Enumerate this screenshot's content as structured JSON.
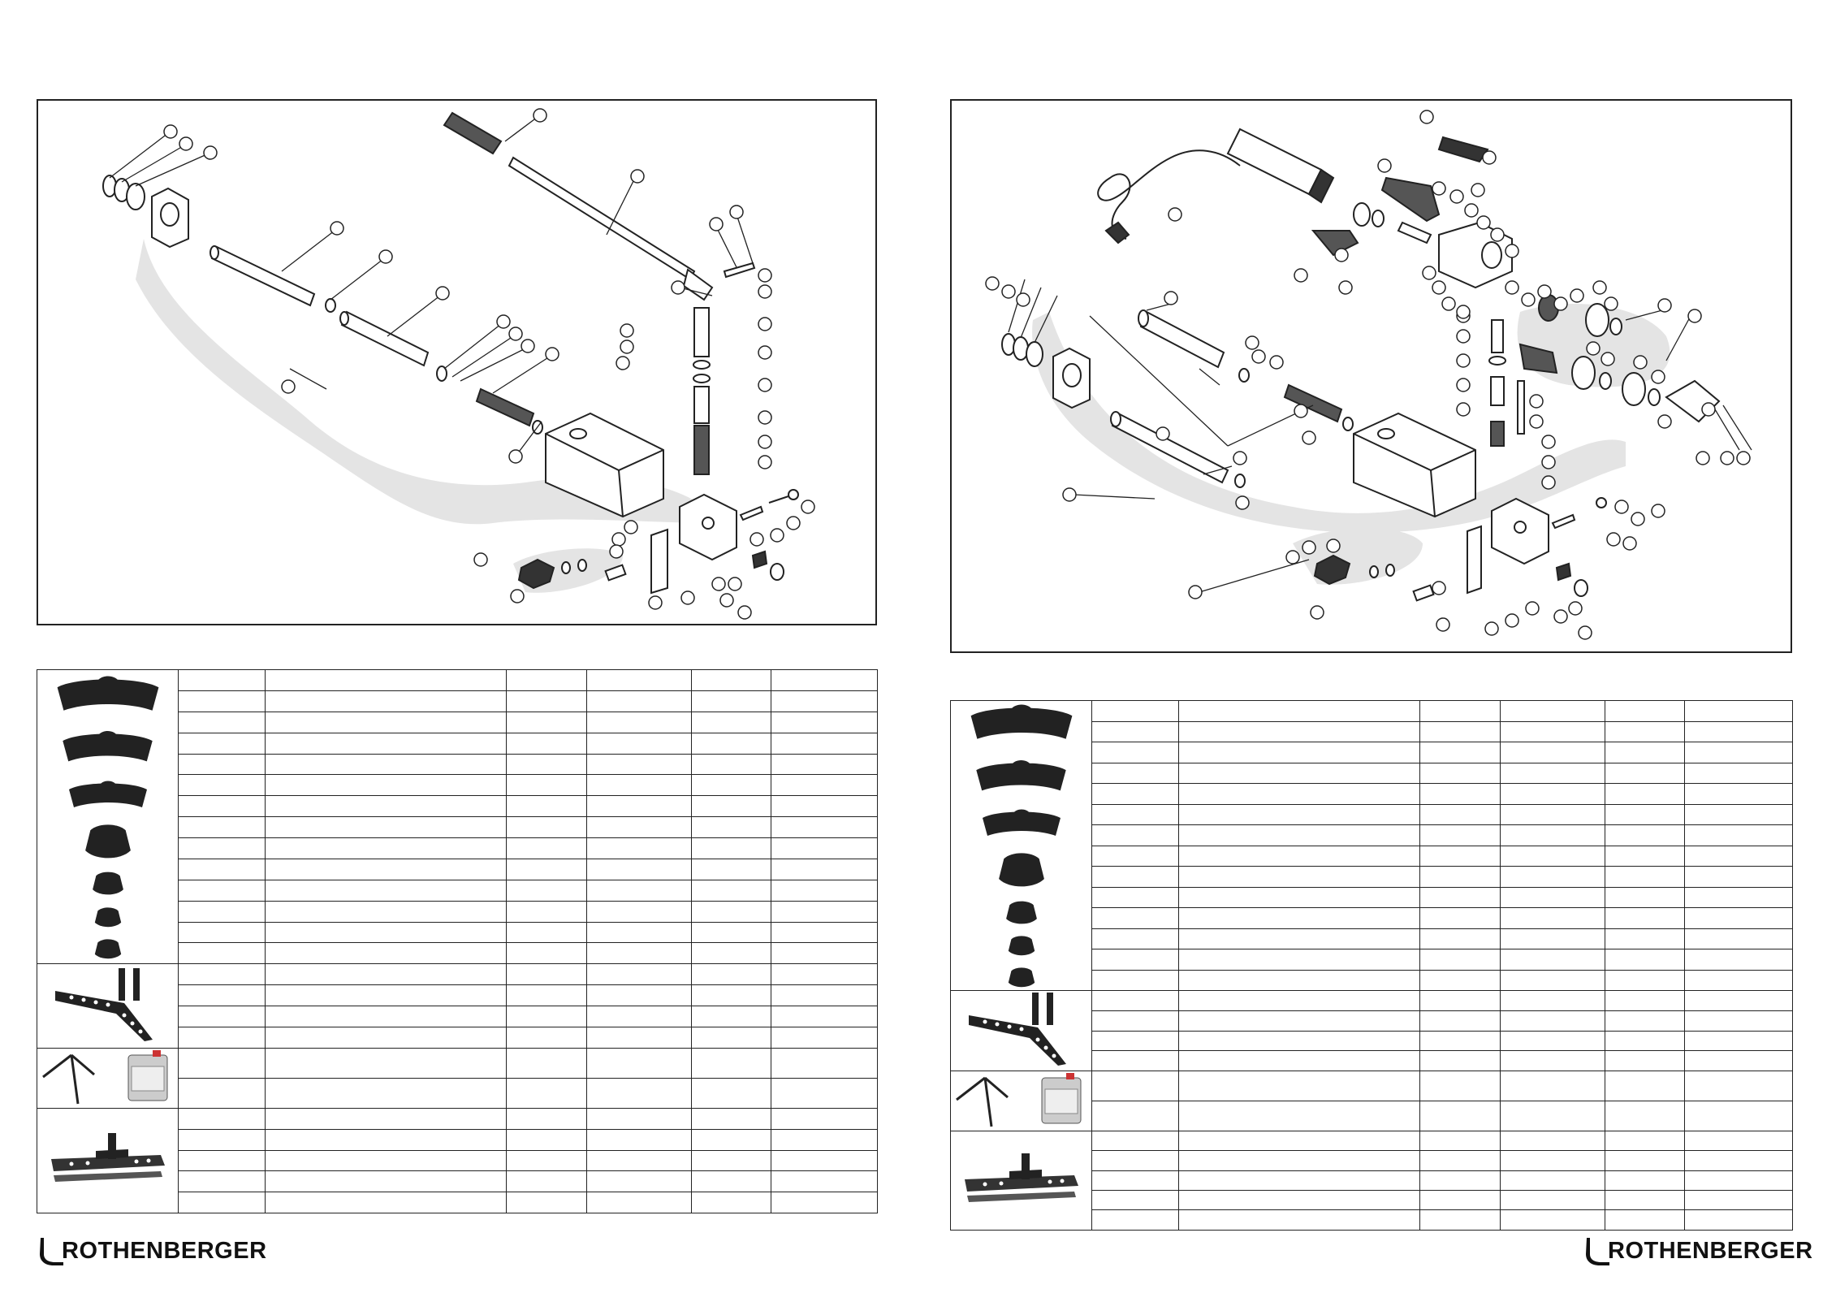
{
  "brand": {
    "name": "ROTHENBERGER",
    "logo_mark": "rothenberger-hook-icon"
  },
  "left_sheet": {
    "diagram": {
      "icon": "exploded-parts-diagram-manual-bender"
    },
    "table": {
      "rows": 24,
      "columns": 7,
      "groups": [
        {
          "name": "bending-formers",
          "icon": "bending-former-icon",
          "rows": 14
        },
        {
          "name": "counter-support",
          "icon": "counter-support-icon",
          "rows": 4
        },
        {
          "name": "stand-and-oil",
          "icon": "tripod-oil-canister-icon",
          "rows": 2
        },
        {
          "name": "roller-support",
          "icon": "roller-support-icon",
          "rows": 5
        }
      ]
    }
  },
  "right_sheet": {
    "diagram": {
      "icon": "exploded-parts-diagram-electric-bender"
    },
    "table": {
      "rows": 24,
      "columns": 7,
      "groups": [
        {
          "name": "bending-formers",
          "icon": "bending-former-icon",
          "rows": 14
        },
        {
          "name": "counter-support",
          "icon": "counter-support-icon",
          "rows": 4
        },
        {
          "name": "stand-and-oil",
          "icon": "tripod-oil-canister-icon",
          "rows": 2
        },
        {
          "name": "roller-support",
          "icon": "roller-support-icon",
          "rows": 5
        }
      ]
    }
  }
}
